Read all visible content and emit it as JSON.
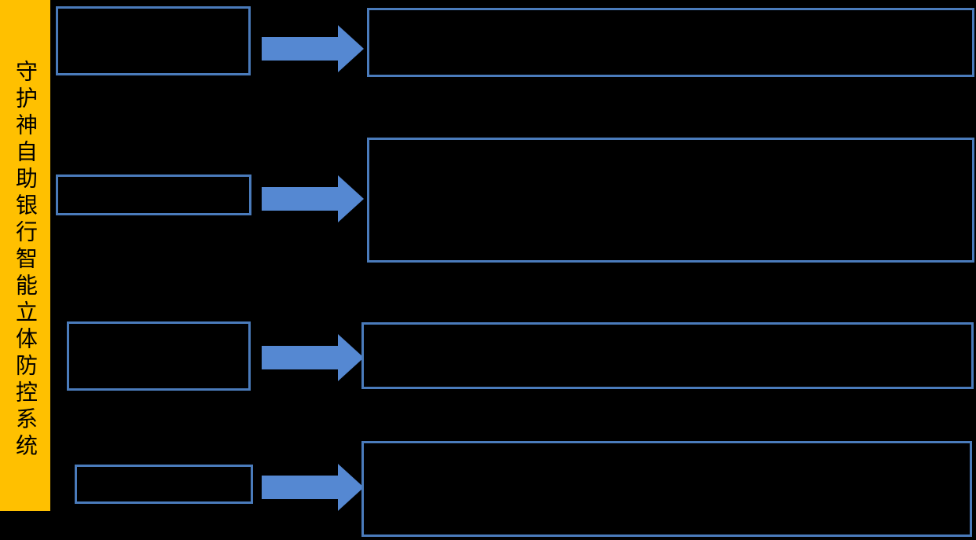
{
  "banner": {
    "title": "守护神自助银行智能立体防控系统"
  },
  "colors": {
    "canvas_background": "#000000",
    "banner_background": "#FFC000",
    "banner_text": "#000000",
    "box_border": "#4A7BBB",
    "box_fill": "#000000",
    "arrow_fill": "#5588D2"
  },
  "icons": {
    "row_connector": "arrow-right-icon"
  },
  "diagram": {
    "type": "flow",
    "row_count": 4,
    "rows": [
      {
        "left_box_text": "",
        "right_box_text": ""
      },
      {
        "left_box_text": "",
        "right_box_text": ""
      },
      {
        "left_box_text": "",
        "right_box_text": ""
      },
      {
        "left_box_text": "",
        "right_box_text": ""
      }
    ]
  }
}
